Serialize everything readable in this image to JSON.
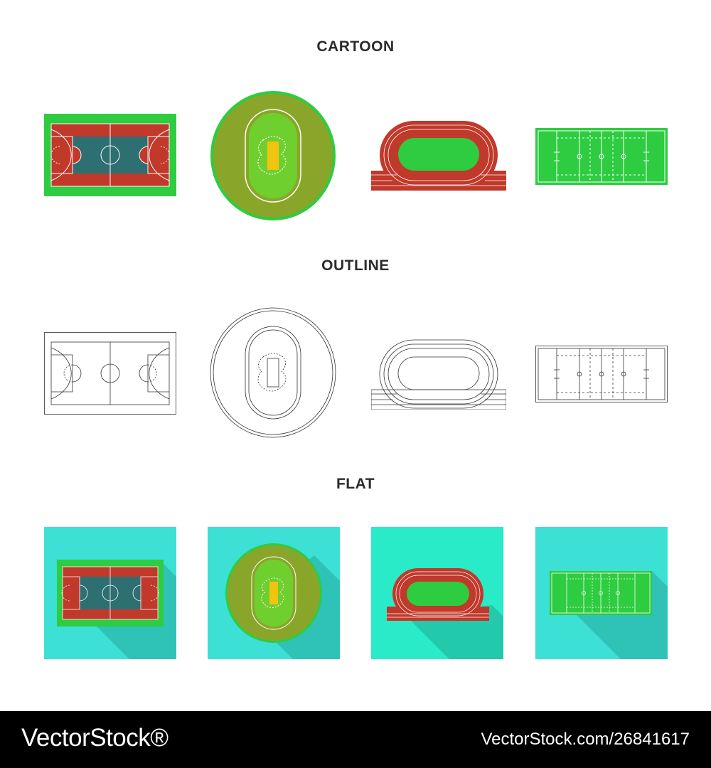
{
  "sections": [
    {
      "title": "CARTOON"
    },
    {
      "title": "OUTLINE"
    },
    {
      "title": "FLAT"
    }
  ],
  "icons": [
    "basketball-court",
    "cricket-ground",
    "running-track-stadium",
    "rugby-field"
  ],
  "colors": {
    "court_red": "#c0392b",
    "court_teal": "#2e6f72",
    "field_green": "#33cc33",
    "cricket_olive": "#8aa62a",
    "flat_tile": "#3de0d4",
    "flat_tile_alt": "#29ebc7"
  },
  "footer": {
    "brand": "VectorStock®",
    "stock_id": "VectorStock.com/26841617"
  }
}
